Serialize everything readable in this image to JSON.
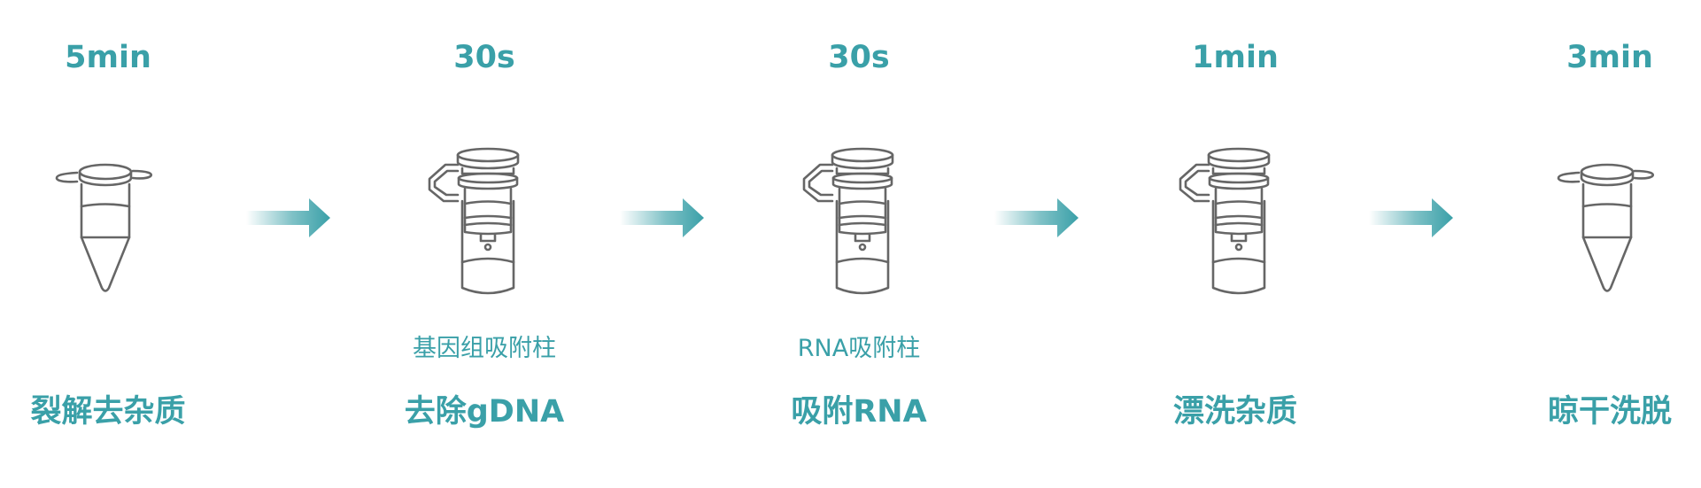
{
  "accent_color": "#3aa0a8",
  "icon_color": "#666666",
  "steps": [
    {
      "time": "5min",
      "label": "裂解去杂质",
      "sublabel": "",
      "icon": "microcentrifuge-tube-icon"
    },
    {
      "time": "30s",
      "label": "去除gDNA",
      "sublabel": "基因组吸附柱",
      "icon": "spin-column-icon"
    },
    {
      "time": "30s",
      "label": "吸附RNA",
      "sublabel": "RNA吸附柱",
      "icon": "spin-column-icon"
    },
    {
      "time": "1min",
      "label": "漂洗杂质",
      "sublabel": "",
      "icon": "spin-column-icon"
    },
    {
      "time": "3min",
      "label": "晾干洗脱",
      "sublabel": "",
      "icon": "microcentrifuge-tube-icon"
    }
  ]
}
